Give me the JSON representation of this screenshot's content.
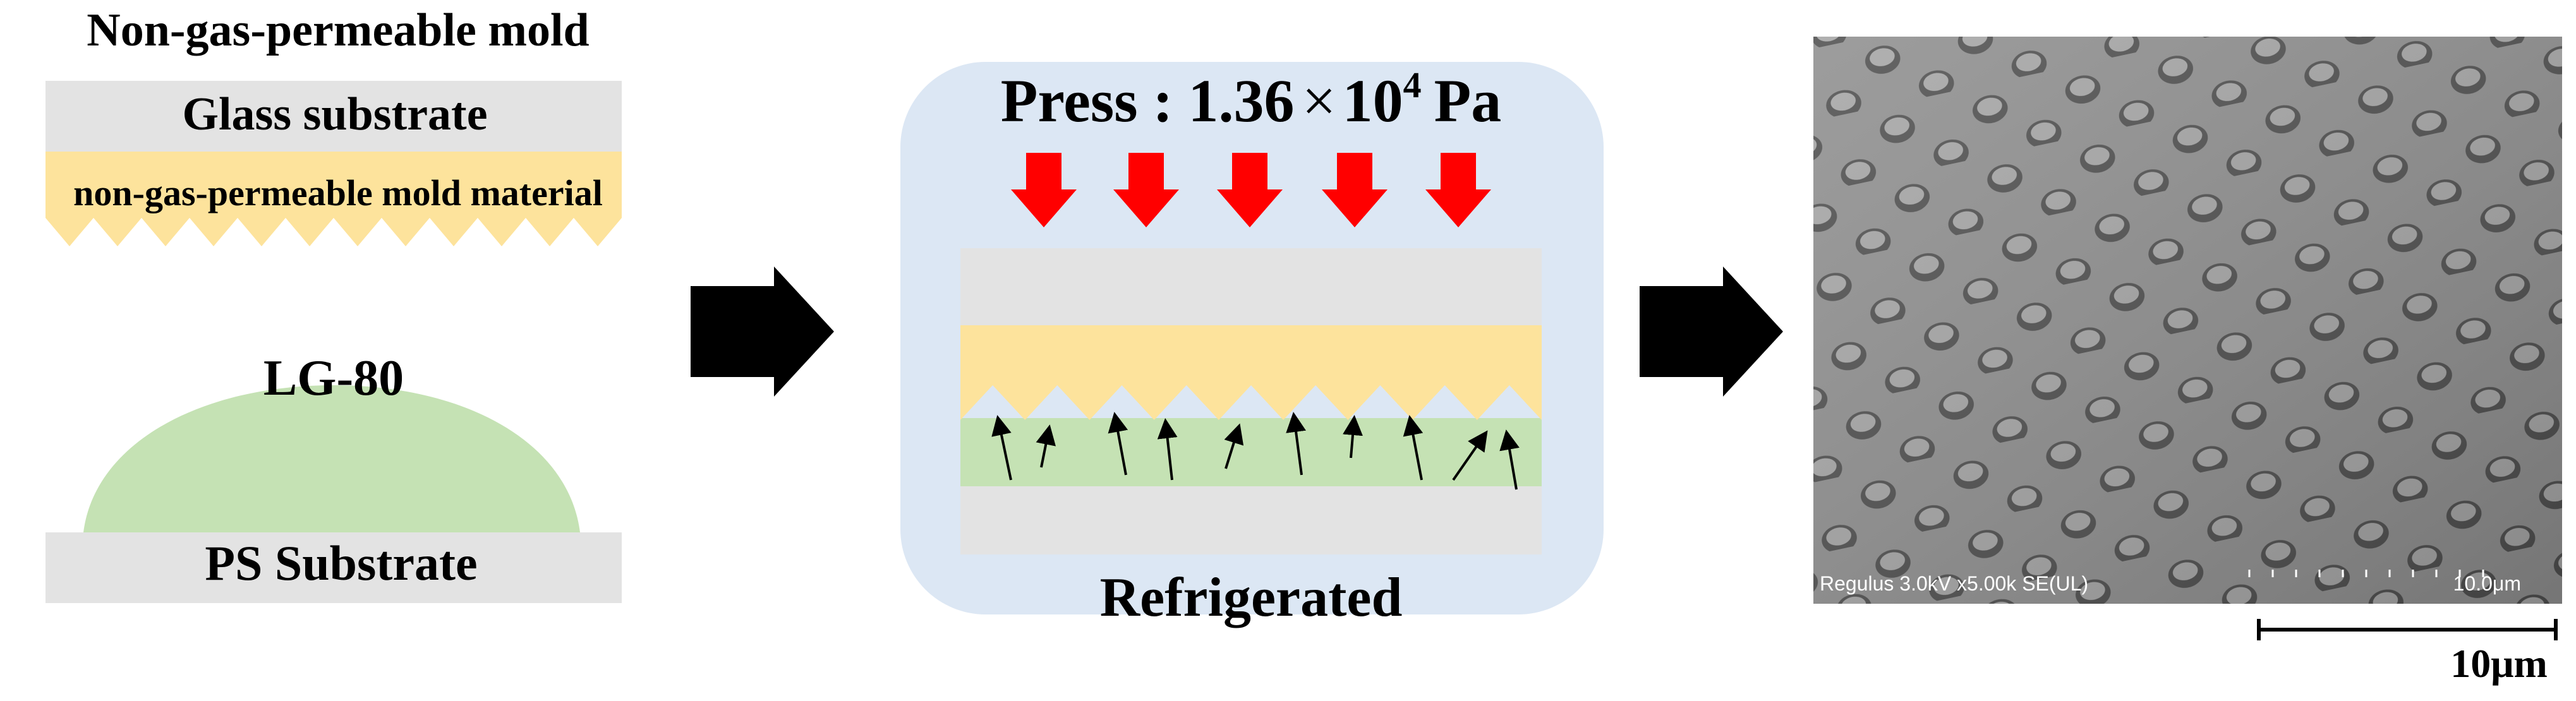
{
  "left_panel": {
    "title": "Non-gas-permeable mold",
    "glass_label": "Glass substrate",
    "mold_material_label": "non-gas-permeable mold material",
    "resin_label": "LG-80",
    "substrate_label": "PS Substrate"
  },
  "middle_panel": {
    "press_prefix": "Press : 1.36",
    "press_times": "×",
    "press_base": "10",
    "press_exp": "4",
    "press_unit": "Pa",
    "caption": "Refrigerated"
  },
  "sem_image": {
    "info_text": "Regulus 3.0kV x5.00k SE(UL)",
    "scale_text": "10.0μm"
  },
  "scale_bar_label": "10μm",
  "colors": {
    "glass": "#e3e3e3",
    "mold": "#fde39c",
    "resin": "#c5e2b4",
    "panel_bg": "#dce7f4",
    "press_arrow": "#ff0000",
    "flow_arrow": "#000000"
  }
}
